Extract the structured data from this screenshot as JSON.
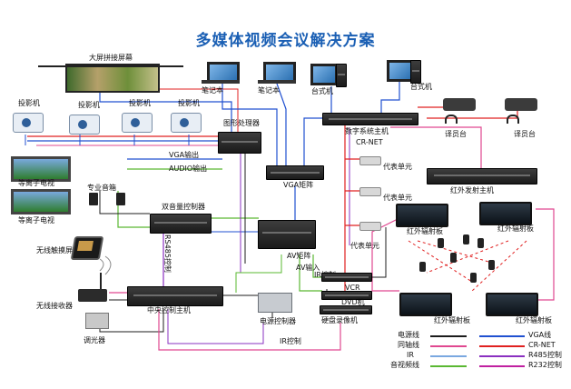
{
  "title": "多媒体视频会议解决方案",
  "labels": {
    "video_wall": "大屏拼接屏幕",
    "laptop1": "笔记本",
    "laptop2": "笔记本",
    "desktop1": "台式机",
    "desktop2": "台式机",
    "projector1": "投影机",
    "projector2": "投影机",
    "projector3": "投影机",
    "projector4": "投影机",
    "graphics_processor": "图形处理器",
    "vga_out": "VGA输出",
    "audio_out": "AUDIO输出",
    "plasma_tv1": "等离子电视",
    "plasma_tv2": "等离子电视",
    "pro_speaker": "专业音箱",
    "dual_volume": "双音量控制器",
    "rs485": "RS485控制",
    "vga_matrix": "VGA矩阵",
    "av_matrix": "AV矩阵",
    "av_input": "AV输入",
    "ir_control1": "IR控制",
    "digital_host": "数字系统主机",
    "crnet": "CR-NET",
    "rep_unit1": "代表单元",
    "rep_unit2": "代表单元",
    "rep_unit3": "代表单元",
    "translator1": "译员台",
    "translator2": "译员台",
    "ir_transmitter": "红外发射主机",
    "ir_panel1": "红外辐射板",
    "ir_panel2": "红外辐射板",
    "ir_panel3": "红外辐射板",
    "ir_panel4": "红外辐射板",
    "touch_screen": "无线触摸屏",
    "wireless_rx": "无线接收器",
    "dimmer": "调光器",
    "central_host": "中央控制主机",
    "power_controller": "电源控制器",
    "ir_control2": "IR控制",
    "vcr": "VCR",
    "dvd": "DVD机",
    "hdd_recorder": "硬盘录像机"
  },
  "legend": {
    "left": [
      {
        "label": "电源线",
        "color": "#1c1c1c"
      },
      {
        "label": "同轴线",
        "color": "#e04890"
      },
      {
        "label": "IR",
        "color": "#7aa8e0"
      },
      {
        "label": "音视频线",
        "color": "#5ab832"
      }
    ],
    "right": [
      {
        "label": "VGA线",
        "color": "#2050d0"
      },
      {
        "label": "CR-NET",
        "color": "#e02020"
      },
      {
        "label": "R485控制",
        "color": "#8a30c0"
      },
      {
        "label": "R232控制",
        "color": "#c020a0"
      }
    ]
  }
}
